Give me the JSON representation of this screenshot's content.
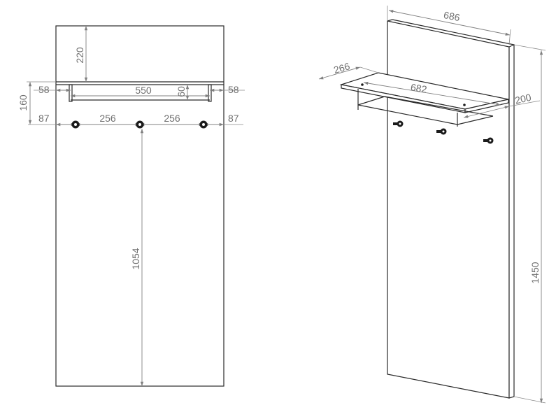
{
  "front_view": {
    "dim_top_gap": "220",
    "dim_left_side": "58",
    "dim_rail_length": "550",
    "dim_rail_drop": "60",
    "dim_right_side": "58",
    "dim_shelf_zone": "160",
    "dim_hook_left": "87",
    "dim_hook_spacing_1": "256",
    "dim_hook_spacing_2": "256",
    "dim_hook_right": "87",
    "dim_hook_height": "1054"
  },
  "iso_view": {
    "dim_panel_width": "686",
    "dim_shelf_depth": "266",
    "dim_shelf_length": "682",
    "dim_rail_depth": "200",
    "dim_total_height": "1450"
  },
  "colors": {
    "outline": "#2a2a2a",
    "dimension": "#808080",
    "hook": "#1b1b1b"
  },
  "icons": {
    "dimension_arrow": "arrow-icon",
    "hook": "hook-icon"
  }
}
